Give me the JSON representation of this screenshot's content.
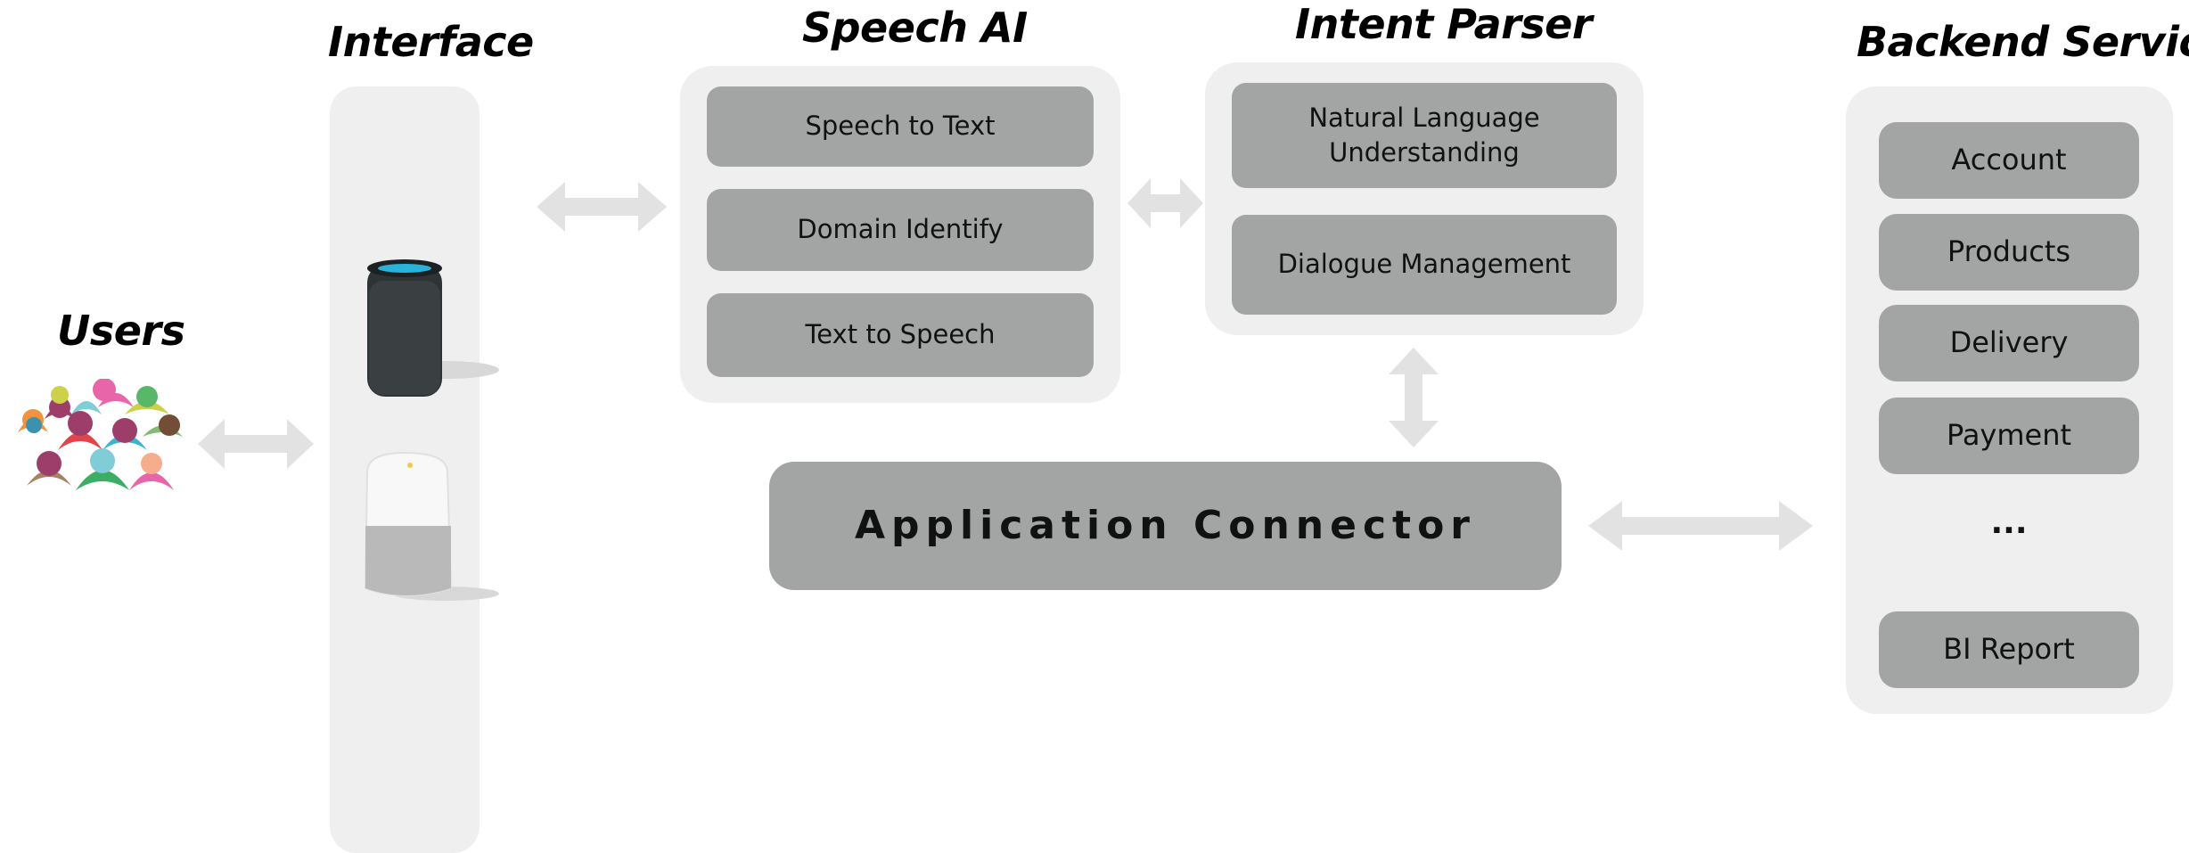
{
  "titles": {
    "users": "Users",
    "interface": "Interface",
    "speech_ai": "Speech AI",
    "intent_parser": "Intent Parser",
    "backend_services": "Backend Services"
  },
  "speech_ai": {
    "items": [
      "Speech to Text",
      "Domain Identify",
      "Text to Speech"
    ]
  },
  "intent_parser": {
    "items": [
      "Natural Language Understanding",
      "Dialogue Management"
    ]
  },
  "connector": {
    "label": "Application Connector"
  },
  "backend": {
    "items": [
      "Account",
      "Products",
      "Delivery",
      "Payment"
    ],
    "ellipsis": "...",
    "last": "BI Report"
  },
  "colors": {
    "panel": "#efefef",
    "box": "#a3a5a4",
    "arrow": "#e2e2e2"
  }
}
